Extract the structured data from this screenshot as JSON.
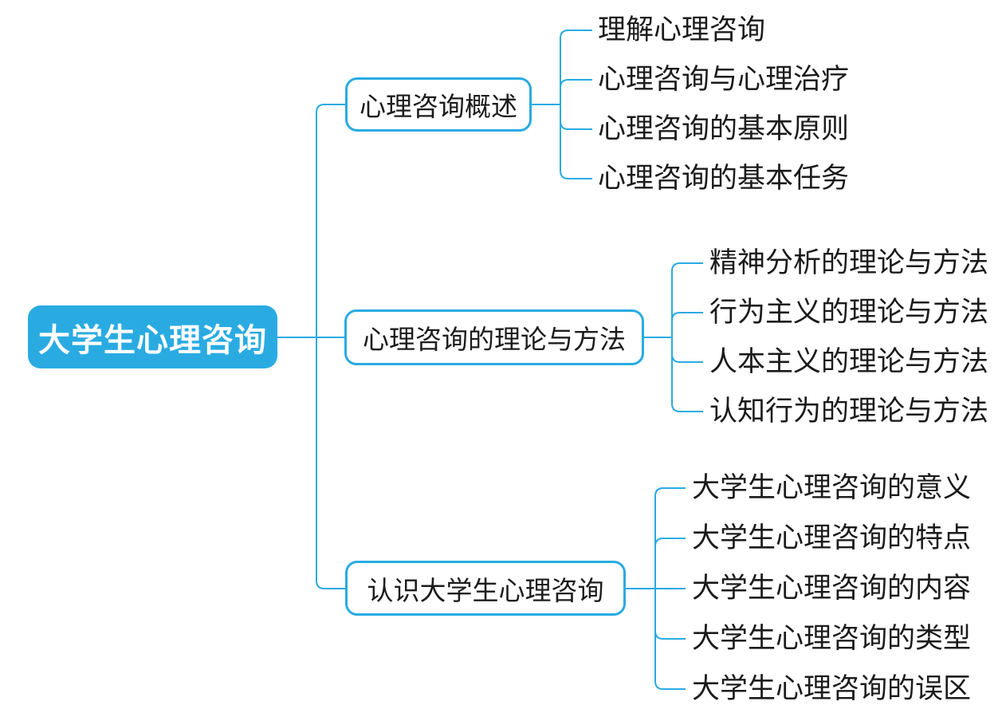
{
  "colors": {
    "accent": "#29ABE2",
    "root_text": "#FFFFFF",
    "node_text": "#1C1C1C",
    "leaf_text": "#1B1B1B",
    "background": "#FFFFFF"
  },
  "tree": {
    "root": "大学生心理咨询",
    "branches": [
      {
        "label": "心理咨询概述",
        "children": [
          "理解心理咨询",
          "心理咨询与心理治疗",
          "心理咨询的基本原则",
          "心理咨询的基本任务"
        ]
      },
      {
        "label": "心理咨询的理论与方法",
        "children": [
          "精神分析的理论与方法",
          "行为主义的理论与方法",
          "人本主义的理论与方法",
          "认知行为的理论与方法"
        ]
      },
      {
        "label": "认识大学生心理咨询",
        "children": [
          "大学生心理咨询的意义",
          "大学生心理咨询的特点",
          "大学生心理咨询的内容",
          "大学生心理咨询的类型",
          "大学生心理咨询的误区"
        ]
      }
    ]
  }
}
